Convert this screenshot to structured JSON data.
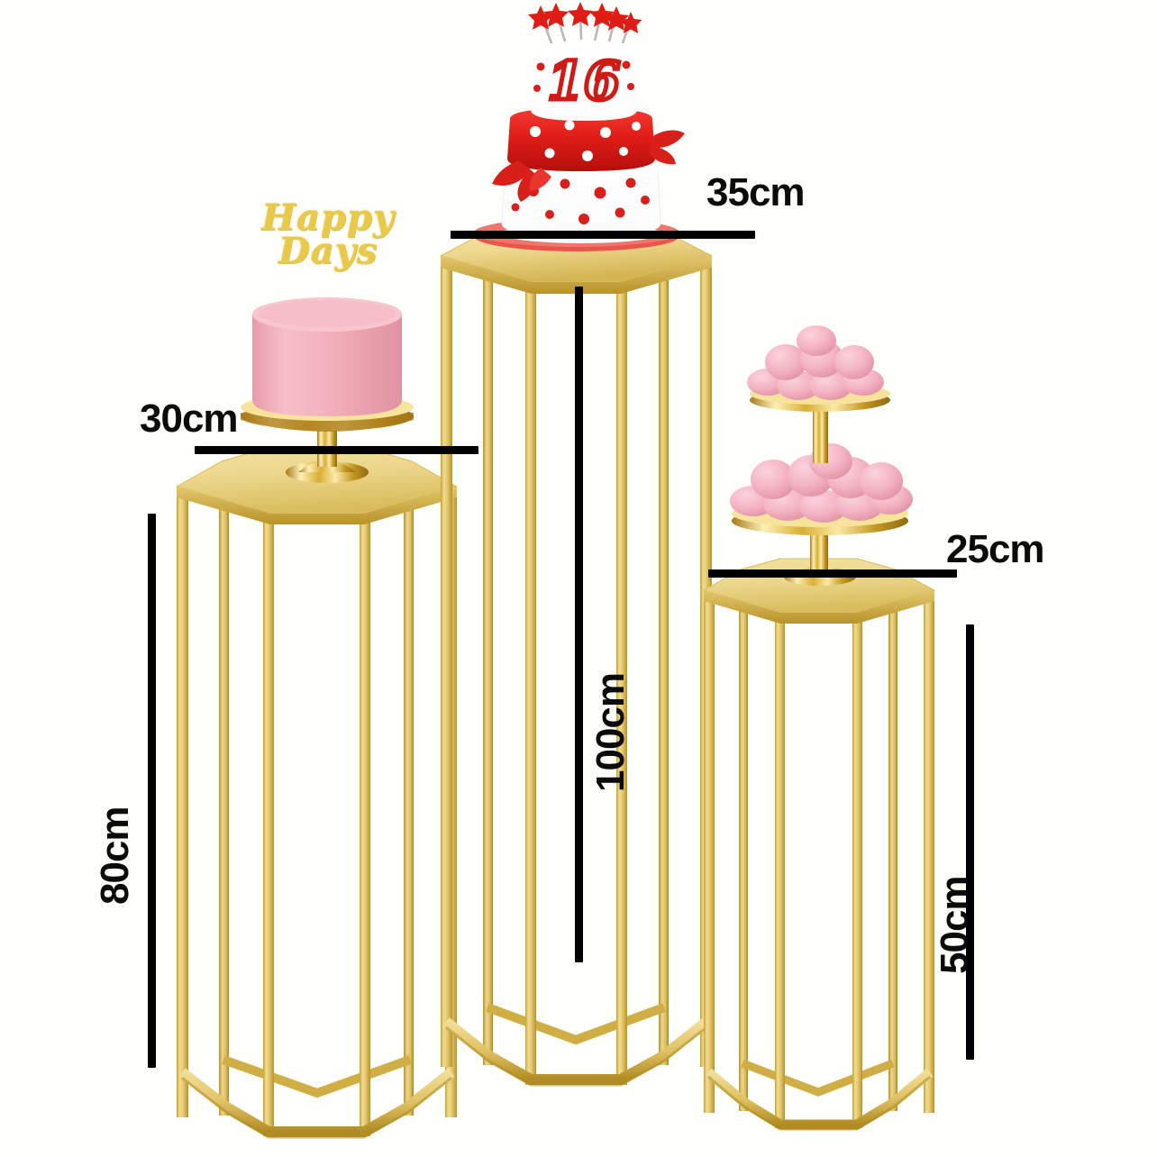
{
  "background_color": "#fefefa",
  "palette": {
    "gold_light": "#efd98f",
    "gold_mid": "#e0c263",
    "gold_deep": "#c9a227",
    "gold_shadow": "#a8861d",
    "gold_metal_hi": "#fdf0b8",
    "cake_pink": "#f2aeba",
    "cake_pink_dark": "#e1919f",
    "macaron_pink": "#f4b3c2",
    "macaron_pink_dark": "#e294a6",
    "cake_red": "#e41b17",
    "cake_red_dark": "#b8110e",
    "cake_white": "#fdfdfd",
    "dim_black": "#0b0b0b",
    "topper_gold": "#e8c94a"
  },
  "dimensions": {
    "left": {
      "width_label": "30cm",
      "height_label": "80cm",
      "name": "small-pedestal"
    },
    "center": {
      "width_label": "35cm",
      "height_label": "100cm",
      "name": "tall-pedestal"
    },
    "right": {
      "width_label": "25cm",
      "height_label": "50cm",
      "name": "short-pedestal"
    }
  },
  "decor": {
    "cake_topper_text": "Happy\nDays",
    "birthday_number": "16"
  },
  "items": {
    "left_cake": "pink-round-cake-on-gold-stand",
    "center_cake": "three-tier-red-white-polka-dot-birthday-cake",
    "right_treats": "two-tier-gold-macaron-stand-pink-macarons"
  }
}
